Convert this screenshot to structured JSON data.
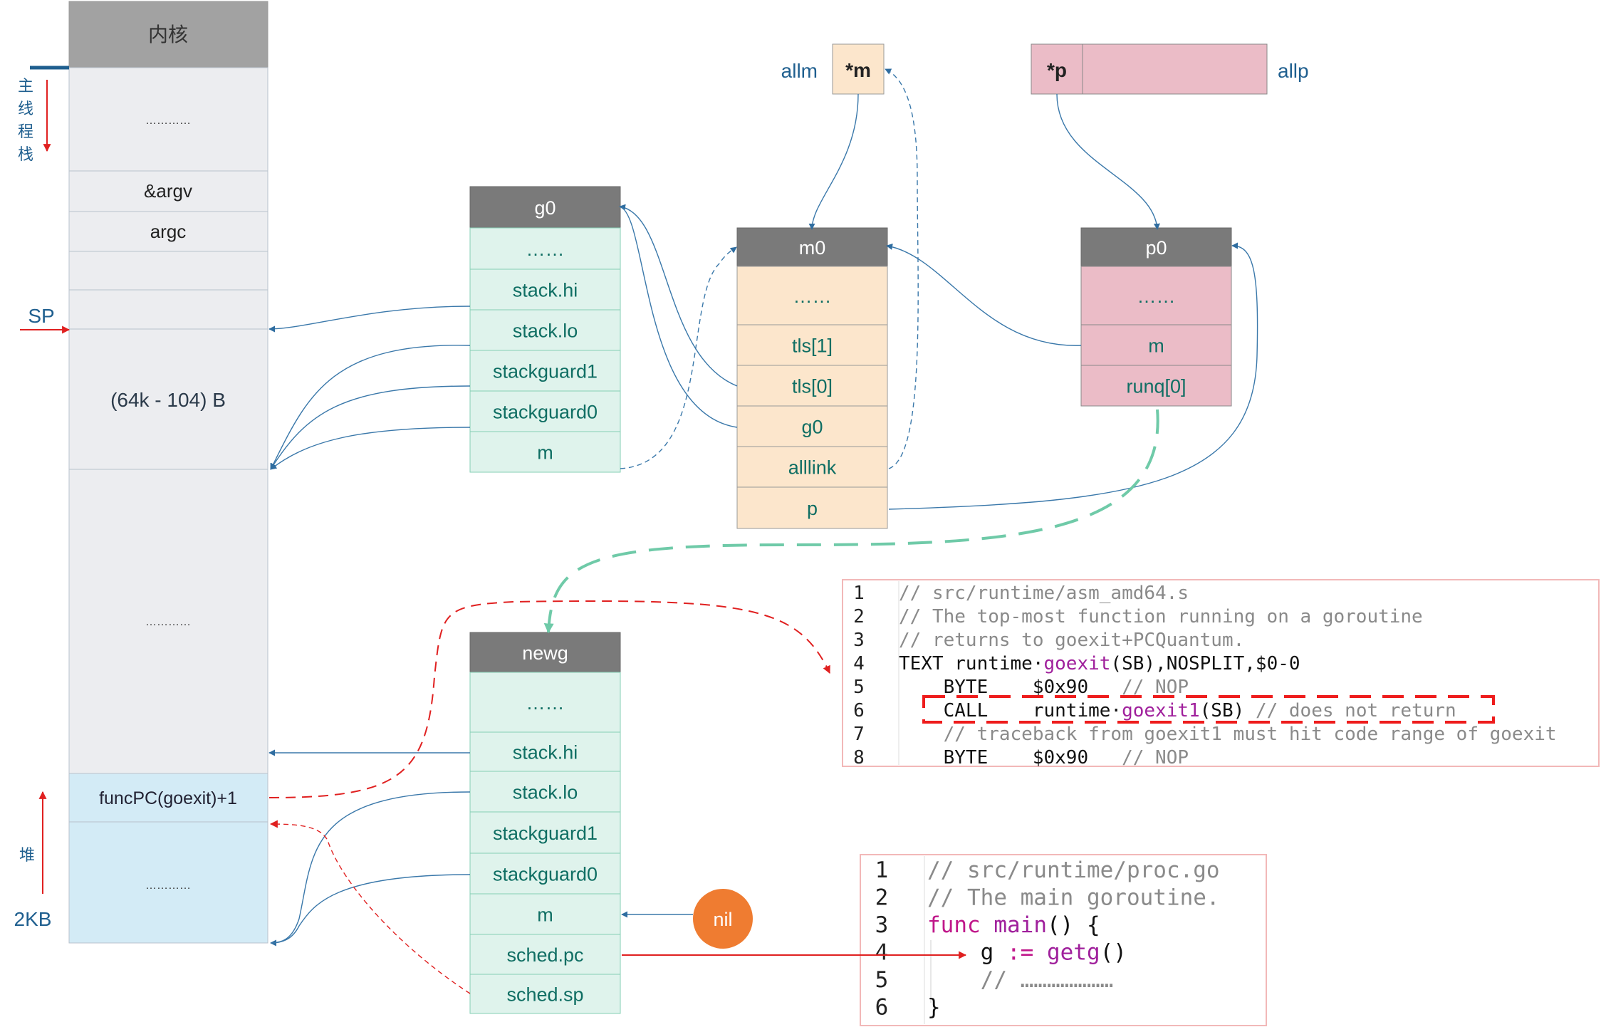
{
  "stack": {
    "header": "内核",
    "dots_top": "…………",
    "argv": "&argv",
    "argc": "argc",
    "size": "(64k - 104) B",
    "dots_mid": "…………",
    "goexit": "funcPC(goexit)+1",
    "dots_bottom": "…………"
  },
  "side": {
    "main_stack": [
      "主",
      "线",
      "程",
      "栈"
    ],
    "sp": "SP",
    "heap": "堆",
    "heap_size": "2KB"
  },
  "allm": {
    "label": "allm",
    "cell": "*m"
  },
  "allp": {
    "label": "allp",
    "cell": "*p"
  },
  "g0": {
    "title": "g0",
    "fields": [
      "……",
      "stack.hi",
      "stack.lo",
      "stackguard1",
      "stackguard0",
      "m"
    ]
  },
  "m0": {
    "title": "m0",
    "fields": [
      "……",
      "tls[1]",
      "tls[0]",
      "g0",
      "alllink",
      "p"
    ]
  },
  "p0": {
    "title": "p0",
    "fields": [
      "……",
      "m",
      "runq[0]"
    ]
  },
  "newg": {
    "title": "newg",
    "fields": [
      "……",
      "stack.hi",
      "stack.lo",
      "stackguard1",
      "stackguard0",
      "m",
      "sched.pc",
      "sched.sp"
    ]
  },
  "nil": "nil",
  "code1": {
    "lines": [
      {
        "n": "1",
        "parts": [
          {
            "t": "// src/runtime/asm_amd64.s",
            "c": "cm"
          }
        ]
      },
      {
        "n": "2",
        "parts": [
          {
            "t": "// The top-most function running on a goroutine",
            "c": "cm"
          }
        ]
      },
      {
        "n": "3",
        "parts": [
          {
            "t": "// returns to goexit+PCQuantum.",
            "c": "cm"
          }
        ]
      },
      {
        "n": "4",
        "parts": [
          {
            "t": "TEXT runtime·",
            "c": "tx"
          },
          {
            "t": "goexit",
            "c": "fn"
          },
          {
            "t": "(SB),NOSPLIT,$0-0",
            "c": "tx"
          }
        ]
      },
      {
        "n": "5",
        "parts": [
          {
            "t": "    BYTE    $0x90   ",
            "c": "tx"
          },
          {
            "t": "// NOP",
            "c": "cm"
          }
        ]
      },
      {
        "n": "6",
        "parts": [
          {
            "t": "    CALL    runtime·",
            "c": "tx"
          },
          {
            "t": "goexit1",
            "c": "fn"
          },
          {
            "t": "(SB) ",
            "c": "tx"
          },
          {
            "t": "// does not return",
            "c": "cm"
          }
        ]
      },
      {
        "n": "7",
        "parts": [
          {
            "t": "    // traceback from goexit1 must hit code range of goexit",
            "c": "cm"
          }
        ]
      },
      {
        "n": "8",
        "parts": [
          {
            "t": "    BYTE    $0x90   ",
            "c": "tx"
          },
          {
            "t": "// NOP",
            "c": "cm"
          }
        ]
      }
    ]
  },
  "code2": {
    "lines": [
      {
        "n": "1",
        "parts": [
          {
            "t": "// src/runtime/proc.go",
            "c": "cm"
          }
        ]
      },
      {
        "n": "2",
        "parts": [
          {
            "t": "// The main goroutine.",
            "c": "cm"
          }
        ]
      },
      {
        "n": "3",
        "parts": [
          {
            "t": "func ",
            "c": "kw"
          },
          {
            "t": "main",
            "c": "fn"
          },
          {
            "t": "() {",
            "c": "tx"
          }
        ]
      },
      {
        "n": "4",
        "parts": [
          {
            "t": "    g ",
            "c": "tx"
          },
          {
            "t": ":=",
            "c": "kw"
          },
          {
            "t": " ",
            "c": "tx"
          },
          {
            "t": "getg",
            "c": "fn"
          },
          {
            "t": "()",
            "c": "tx"
          }
        ]
      },
      {
        "n": "5",
        "parts": [
          {
            "t": "    // …………………",
            "c": "cm"
          }
        ]
      },
      {
        "n": "6",
        "parts": [
          {
            "t": "}",
            "c": "tx"
          }
        ]
      }
    ]
  }
}
